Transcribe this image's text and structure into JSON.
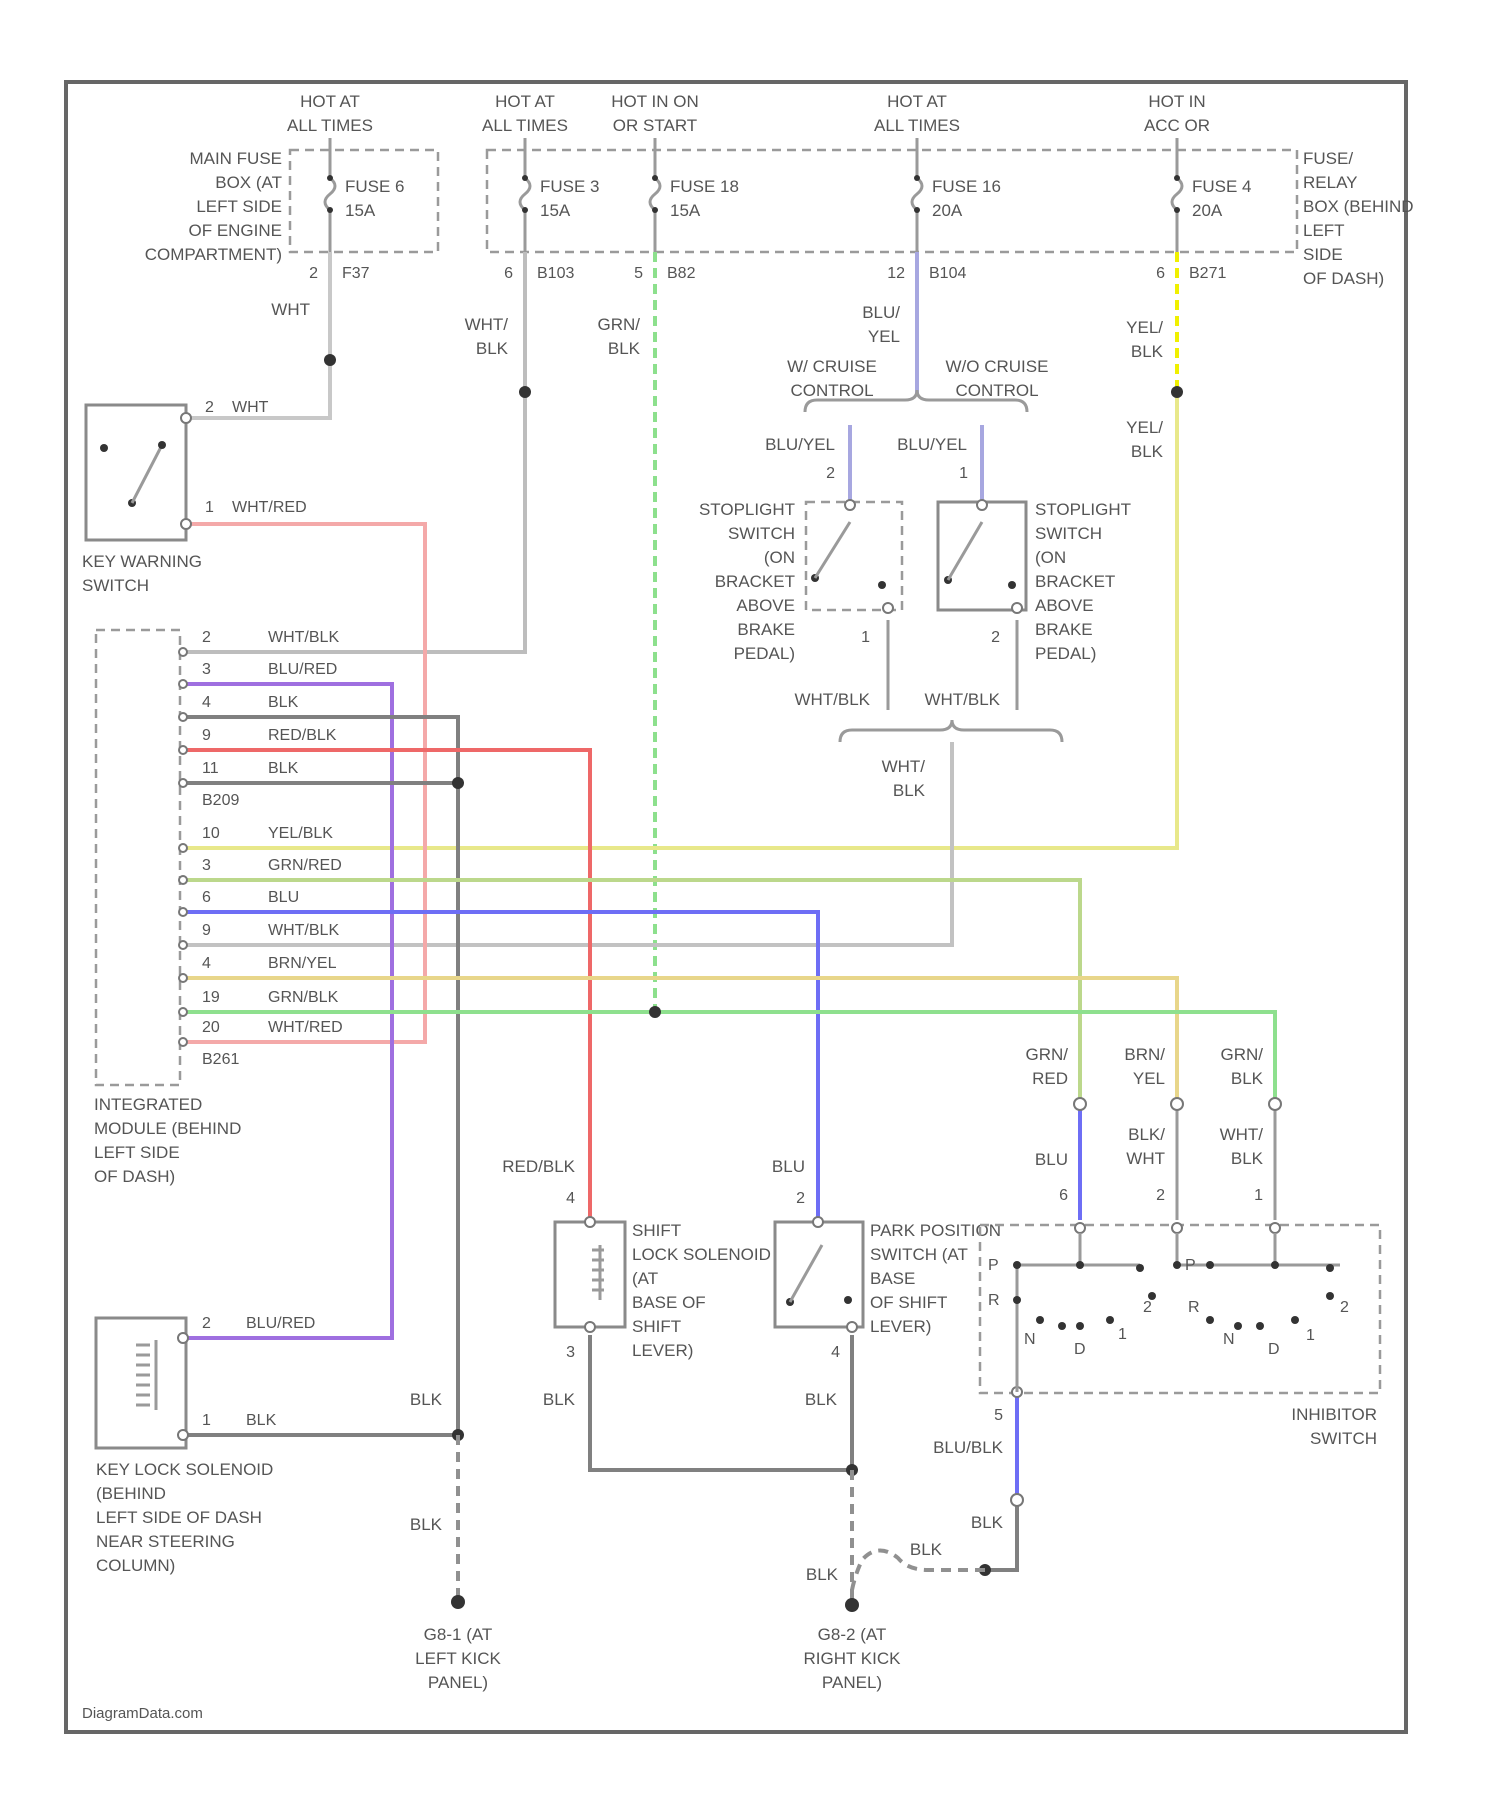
{
  "hot": {
    "h1": [
      "HOT AT",
      "ALL TIMES"
    ],
    "h2": [
      "HOT AT",
      "ALL TIMES"
    ],
    "h3": [
      "HOT IN ON",
      "OR START"
    ],
    "h4": [
      "HOT AT",
      "ALL TIMES"
    ],
    "h5": [
      "HOT IN",
      "ACC OR"
    ]
  },
  "main_fuse_box": [
    "MAIN FUSE",
    "BOX (AT",
    "LEFT SIDE",
    "OF ENGINE",
    "COMPARTMENT)"
  ],
  "fuse_relay_box": [
    "FUSE/",
    "RELAY",
    "BOX (BEHIND",
    "LEFT",
    "SIDE",
    "OF DASH)"
  ],
  "fuses": {
    "f6": [
      "FUSE 6",
      "15A"
    ],
    "f3": [
      "FUSE 3",
      "15A"
    ],
    "f18": [
      "FUSE 18",
      "15A"
    ],
    "f16": [
      "FUSE 16",
      "20A"
    ],
    "f4": [
      "FUSE 4",
      "20A"
    ]
  },
  "fuse_pins": {
    "p1": [
      "2",
      "F37"
    ],
    "p2": [
      "6",
      "B103"
    ],
    "p3": [
      "5",
      "B82"
    ],
    "p4": [
      "12",
      "B104"
    ],
    "p5": [
      "6",
      "B271"
    ]
  },
  "wires": {
    "wht1": "WHT",
    "wht_blk1": [
      "WHT/",
      "BLK"
    ],
    "grn_blk1": [
      "GRN/",
      "BLK"
    ],
    "blu_yel1": [
      "BLU/",
      "YEL"
    ],
    "yel_blk1": [
      "YEL/",
      "BLK"
    ],
    "yel_blk2": [
      "YEL/",
      "BLK"
    ],
    "with_cruise": [
      "W/ CRUISE",
      "CONTROL"
    ],
    "wo_cruise": [
      "W/O CRUISE",
      "CONTROL"
    ],
    "blu_yel2": "BLU/YEL",
    "blu_yel3": "BLU/YEL",
    "wht_blk_sl1": "WHT/BLK",
    "wht_blk_sl2": "WHT/BLK",
    "wht_blk_merge": [
      "WHT/",
      "BLK"
    ]
  },
  "key_warning": {
    "pin2": "2",
    "wire2": "WHT",
    "pin1": "1",
    "wire1": "WHT/RED",
    "label": [
      "KEY WARNING",
      "SWITCH"
    ]
  },
  "stoplight1": {
    "pin_top": "2",
    "pin_bot": "1",
    "label": [
      "STOPLIGHT",
      "SWITCH",
      "(ON",
      "BRACKET",
      "ABOVE",
      "BRAKE",
      "PEDAL)"
    ]
  },
  "stoplight2": {
    "pin_top": "1",
    "pin_bot": "2",
    "label": [
      "STOPLIGHT",
      "SWITCH",
      "(ON",
      "BRACKET",
      "ABOVE",
      "BRAKE",
      "PEDAL)"
    ]
  },
  "module": {
    "conn1": [
      {
        "pin": "2",
        "wire": "WHT/BLK"
      },
      {
        "pin": "3",
        "wire": "BLU/RED"
      },
      {
        "pin": "4",
        "wire": "BLK"
      },
      {
        "pin": "9",
        "wire": "RED/BLK"
      },
      {
        "pin": "11",
        "wire": "BLK"
      }
    ],
    "conn1_id": "B209",
    "conn2": [
      {
        "pin": "10",
        "wire": "YEL/BLK"
      },
      {
        "pin": "3",
        "wire": "GRN/RED"
      },
      {
        "pin": "6",
        "wire": "BLU"
      },
      {
        "pin": "9",
        "wire": "WHT/BLK"
      },
      {
        "pin": "4",
        "wire": "BRN/YEL"
      },
      {
        "pin": "19",
        "wire": "GRN/BLK"
      },
      {
        "pin": "20",
        "wire": "WHT/RED"
      }
    ],
    "conn2_id": "B261",
    "label": [
      "INTEGRATED",
      "MODULE (BEHIND",
      "LEFT SIDE",
      "OF DASH)"
    ]
  },
  "key_lock": {
    "pin2": "2",
    "wire2": "BLU/RED",
    "pin1": "1",
    "wire1": "BLK",
    "label": [
      "KEY LOCK SOLENOID",
      "(BEHIND",
      "LEFT SIDE OF DASH",
      "NEAR STEERING",
      "COLUMN)"
    ]
  },
  "shift_lock": {
    "wire_top": "RED/BLK",
    "pin_top": "4",
    "pin_bot": "3",
    "label": [
      "SHIFT",
      "LOCK SOLENOID",
      "(AT",
      "BASE OF",
      "SHIFT",
      "LEVER)"
    ]
  },
  "park_pos": {
    "wire_top": "BLU",
    "pin_top": "2",
    "pin_bot": "4",
    "label": [
      "PARK POSITION",
      "SWITCH (AT",
      "BASE",
      "OF SHIFT",
      "LEVER)"
    ]
  },
  "inhibitor": {
    "in1": [
      "GRN/",
      "RED"
    ],
    "in2": [
      "BRN/",
      "YEL"
    ],
    "in3": [
      "GRN/",
      "BLK"
    ],
    "out1": "BLU",
    "out2": [
      "BLK/",
      "WHT"
    ],
    "out3": [
      "WHT/",
      "BLK"
    ],
    "pin1": "6",
    "pin2": "2",
    "pin3": "1",
    "pos_left": [
      "P",
      "R",
      "N",
      "D",
      "1",
      "2"
    ],
    "pos_right": [
      "P",
      "R",
      "N",
      "D",
      "1",
      "2"
    ],
    "label": [
      "INHIBITOR",
      "SWITCH"
    ],
    "pin_bot": "5",
    "wire_bot": "BLU/BLK"
  },
  "grounds": {
    "blk_a": "BLK",
    "blk_b": "BLK",
    "blk_c": "BLK",
    "blk_d": "BLK",
    "blk_e": "BLK",
    "blk_f": "BLK",
    "blk_g": "BLK",
    "g1": [
      "G8-1 (AT",
      "LEFT KICK",
      "PANEL)"
    ],
    "g2": [
      "G8-2 (AT",
      "RIGHT KICK",
      "PANEL)"
    ]
  },
  "watermark": "DiagramData.com"
}
